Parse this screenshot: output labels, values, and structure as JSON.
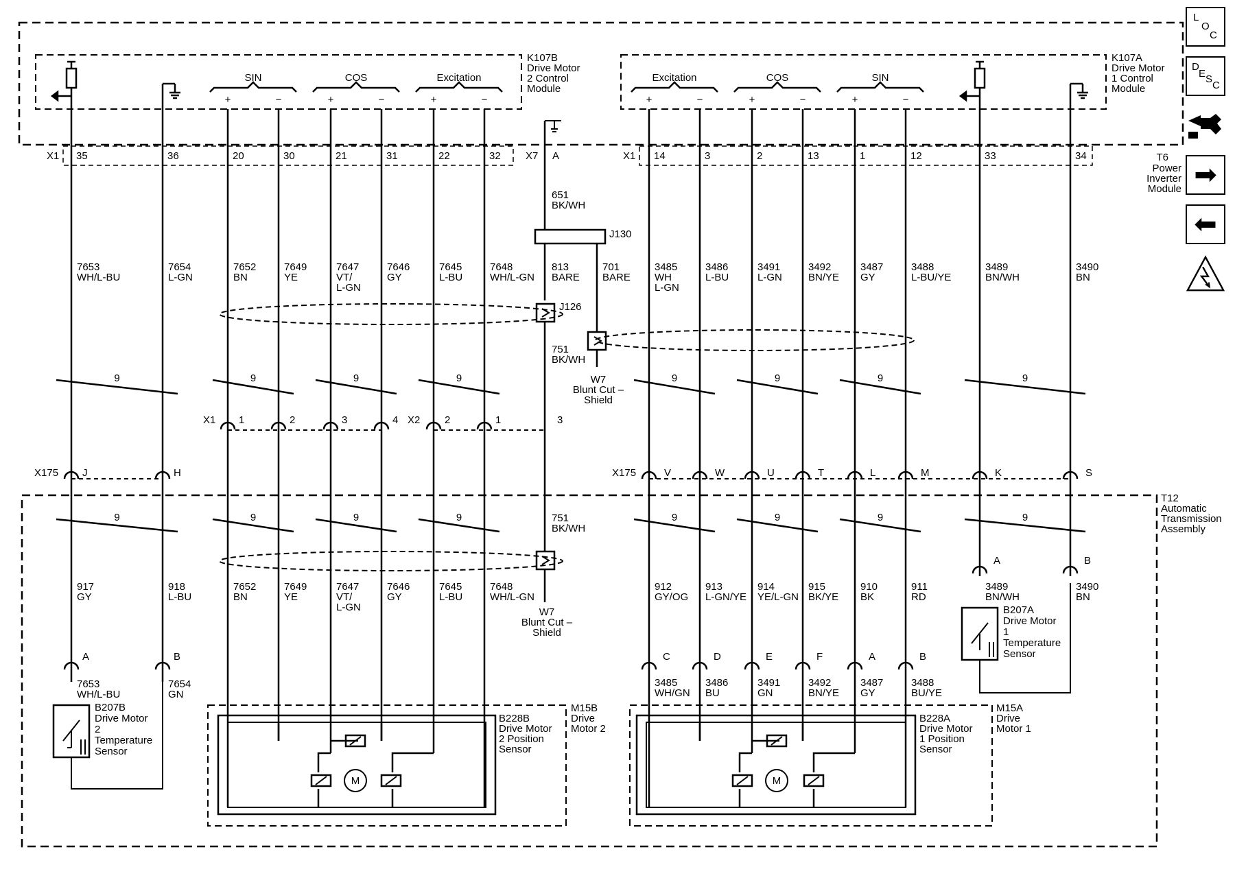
{
  "nav": {
    "loc": [
      "L",
      "O",
      "C"
    ],
    "desc": [
      "D",
      "E",
      "S",
      "C"
    ],
    "connector_icon": "connector-plug-icon",
    "next_icon": "arrow-right-icon",
    "prev_icon": "arrow-left-icon",
    "warning_icon": "high-voltage-warning-icon"
  },
  "modules": {
    "k107b": [
      "K107B",
      "Drive Motor",
      "2 Control",
      "Module"
    ],
    "k107a": [
      "K107A",
      "Drive Motor",
      "1 Control",
      "Module"
    ],
    "t6": [
      "T6",
      "Power",
      "Inverter",
      "Module"
    ],
    "t12": [
      "T12",
      "Automatic",
      "Transmission",
      "Assembly"
    ],
    "m15b": [
      "M15B",
      "Drive",
      "Motor 2"
    ],
    "m15a": [
      "M15A",
      "Drive",
      "Motor 1"
    ],
    "b228b": [
      "B228B",
      "Drive Motor",
      "2 Position",
      "Sensor"
    ],
    "b228a": [
      "B228A",
      "Drive Motor",
      "1 Position",
      "Sensor"
    ],
    "b207b": [
      "B207B",
      "Drive Motor",
      "2",
      "Temperature",
      "Sensor"
    ],
    "b207a": [
      "B207A",
      "Drive Motor",
      "1",
      "Temperature",
      "Sensor"
    ]
  },
  "groups": {
    "left": [
      "SIN",
      "COS",
      "Excitation"
    ],
    "right": [
      "Excitation",
      "COS",
      "SIN"
    ]
  },
  "connectors": {
    "x1": "X1",
    "x7": "X7",
    "x175": "X175",
    "x2": "X2",
    "j130": "J130",
    "j126": "J126",
    "w7": [
      "W7",
      "Blunt Cut –",
      "Shield"
    ]
  },
  "ground": {
    "pin": "A",
    "wire_top": [
      "651",
      "BK/WH"
    ],
    "wire_813": [
      "813",
      "BARE"
    ],
    "wire_701": [
      "701",
      "BARE"
    ],
    "wire_751": [
      "751",
      "BK/WH"
    ],
    "inline_pin": "3"
  },
  "wires_left": [
    {
      "t12pin": "35",
      "upper": [
        "7653",
        "WH/L-BU"
      ],
      "inline": "J",
      "lower": [
        "917",
        "GY"
      ],
      "dev_pin": "A",
      "dev_wire": [
        "7653",
        "WH/L-BU"
      ]
    },
    {
      "t12pin": "36",
      "upper": [
        "7654",
        "L-GN"
      ],
      "inline": "H",
      "lower": [
        "918",
        "L-BU"
      ],
      "dev_pin": "B",
      "dev_wire": [
        "7654",
        "GN"
      ]
    },
    {
      "t12pin": "20",
      "upper": [
        "7652",
        "BN"
      ],
      "inline": "1",
      "lower": [
        "7652",
        "BN"
      ]
    },
    {
      "t12pin": "30",
      "upper": [
        "7649",
        "YE"
      ],
      "inline": "2",
      "lower": [
        "7649",
        "YE"
      ]
    },
    {
      "t12pin": "21",
      "upper": [
        "7647",
        "VT/",
        "L-GN"
      ],
      "inline": "3",
      "lower": [
        "7647",
        "VT/",
        "L-GN"
      ]
    },
    {
      "t12pin": "31",
      "upper": [
        "7646",
        "GY"
      ],
      "inline": "4",
      "lower": [
        "7646",
        "GY"
      ]
    },
    {
      "t12pin": "22",
      "upper": [
        "7645",
        "L-BU"
      ],
      "inline": "2",
      "lower": [
        "7645",
        "L-BU"
      ]
    },
    {
      "t12pin": "32",
      "upper": [
        "7648",
        "WH/L-GN"
      ],
      "inline": "1",
      "lower": [
        "7648",
        "WH/L-GN"
      ]
    }
  ],
  "wires_right": [
    {
      "t12pin": "14",
      "upper": [
        "3485",
        "WH",
        "L-GN"
      ],
      "inline": "V",
      "lower": [
        "912",
        "GY/OG"
      ],
      "dev_pin": "C",
      "dev_wire": [
        "3485",
        "WH/GN"
      ]
    },
    {
      "t12pin": "3",
      "upper": [
        "3486",
        "L-BU"
      ],
      "inline": "W",
      "lower": [
        "913",
        "L-GN/YE"
      ],
      "dev_pin": "D",
      "dev_wire": [
        "3486",
        "BU"
      ]
    },
    {
      "t12pin": "2",
      "upper": [
        "3491",
        "L-GN"
      ],
      "inline": "U",
      "lower": [
        "914",
        "YE/L-GN"
      ],
      "dev_pin": "E",
      "dev_wire": [
        "3491",
        "GN"
      ]
    },
    {
      "t12pin": "13",
      "upper": [
        "3492",
        "BN/YE"
      ],
      "inline": "T",
      "lower": [
        "915",
        "BK/YE"
      ],
      "dev_pin": "F",
      "dev_wire": [
        "3492",
        "BN/YE"
      ]
    },
    {
      "t12pin": "1",
      "upper": [
        "3487",
        "GY"
      ],
      "inline": "L",
      "lower": [
        "910",
        "BK"
      ],
      "dev_pin": "A",
      "dev_wire": [
        "3487",
        "GY"
      ]
    },
    {
      "t12pin": "12",
      "upper": [
        "3488",
        "L-BU/YE"
      ],
      "inline": "M",
      "lower": [
        "911",
        "RD"
      ],
      "dev_pin": "B",
      "dev_wire": [
        "3488",
        "BU/YE"
      ]
    },
    {
      "t12pin": "33",
      "upper": [
        "3489",
        "BN/WH"
      ],
      "inline": "K",
      "dev_pin": "A",
      "dev_wire": [
        "3489",
        "BN/WH"
      ]
    },
    {
      "t12pin": "34",
      "upper": [
        "3490",
        "BN"
      ],
      "inline": "S",
      "dev_pin": "B",
      "dev_wire": [
        "3490",
        "BN"
      ]
    }
  ],
  "twist_count": "9",
  "motor_symbol": "M"
}
